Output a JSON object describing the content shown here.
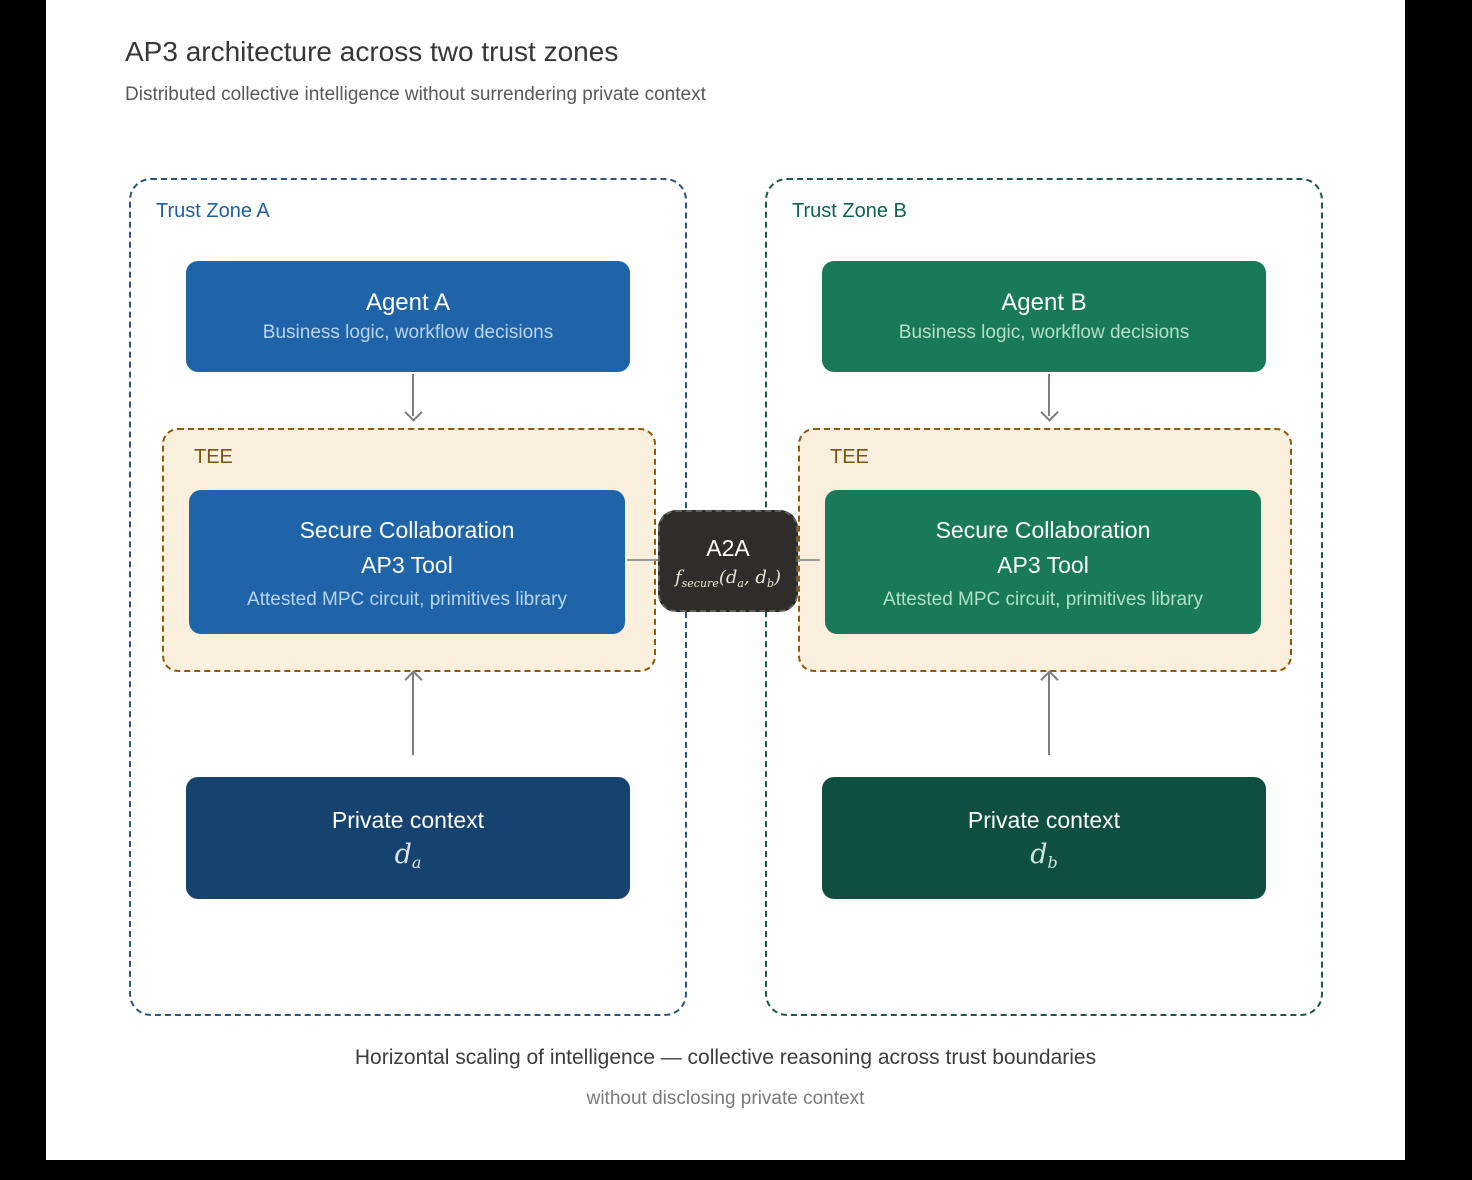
{
  "page": {
    "title": "AP3 architecture across two trust zones",
    "subtitle": "Distributed collective intelligence without surrendering private context"
  },
  "zones": [
    {
      "label": "Trust Zone A",
      "agent_title": "Agent A",
      "agent_subtitle": "Business logic, workflow decisions",
      "tee_label": "TEE",
      "secure_line1": "Secure Collaboration",
      "secure_line2": "AP3 Tool",
      "secure_line3": "Attested MPC circuit, primitives library",
      "private_label": "Private context",
      "private_symbol_base": "d",
      "private_symbol_sub": "a"
    },
    {
      "label": "Trust Zone B",
      "agent_title": "Agent B",
      "agent_subtitle": "Business logic, workflow decisions",
      "tee_label": "TEE",
      "secure_line1": "Secure Collaboration",
      "secure_line2": "AP3 Tool",
      "secure_line3": "Attested MPC circuit, primitives library",
      "private_label": "Private context",
      "private_symbol_base": "d",
      "private_symbol_sub": "b"
    }
  ],
  "a2a": {
    "title": "A2A",
    "formula": {
      "f": "f",
      "f_sub": "secure",
      "open": "(",
      "d1": "d",
      "d1_sub": "a",
      "comma": ", ",
      "d2": "d",
      "d2_sub": "b",
      "close": ")"
    }
  },
  "caption": {
    "line1": "Horizontal scaling of intelligence — collective reasoning across trust boundaries",
    "line2": "without disclosing private context"
  },
  "colors": {
    "agent_a_blue": "#1f63a8",
    "private_a_navy": "#16426f",
    "agent_b_green": "#187a58",
    "private_b_dark_green": "#0e4f41",
    "tee_fill": "#faeedd",
    "tee_border": "#8a5c10",
    "zone_a_border": "#2a5580",
    "zone_b_border": "#1a594b",
    "a2a_fill": "#2e2d2a",
    "arrow_gray": "#7d7d7d"
  }
}
